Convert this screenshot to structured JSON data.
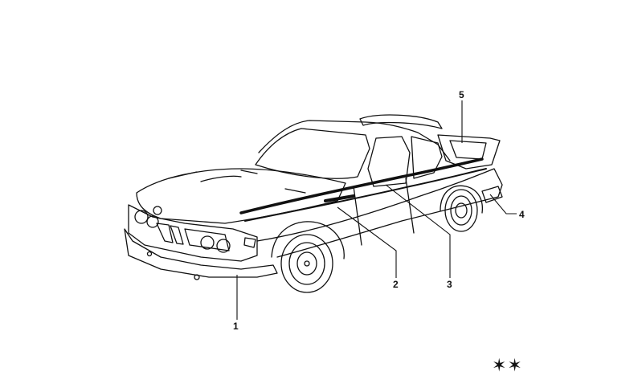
{
  "diagram": {
    "callouts": [
      {
        "id": "1",
        "label": "1"
      },
      {
        "id": "2",
        "label": "2"
      },
      {
        "id": "3",
        "label": "3"
      },
      {
        "id": "4",
        "label": "4"
      },
      {
        "id": "5",
        "label": "5"
      }
    ],
    "footer_symbol": "✶✶",
    "line_color": "#111111"
  }
}
